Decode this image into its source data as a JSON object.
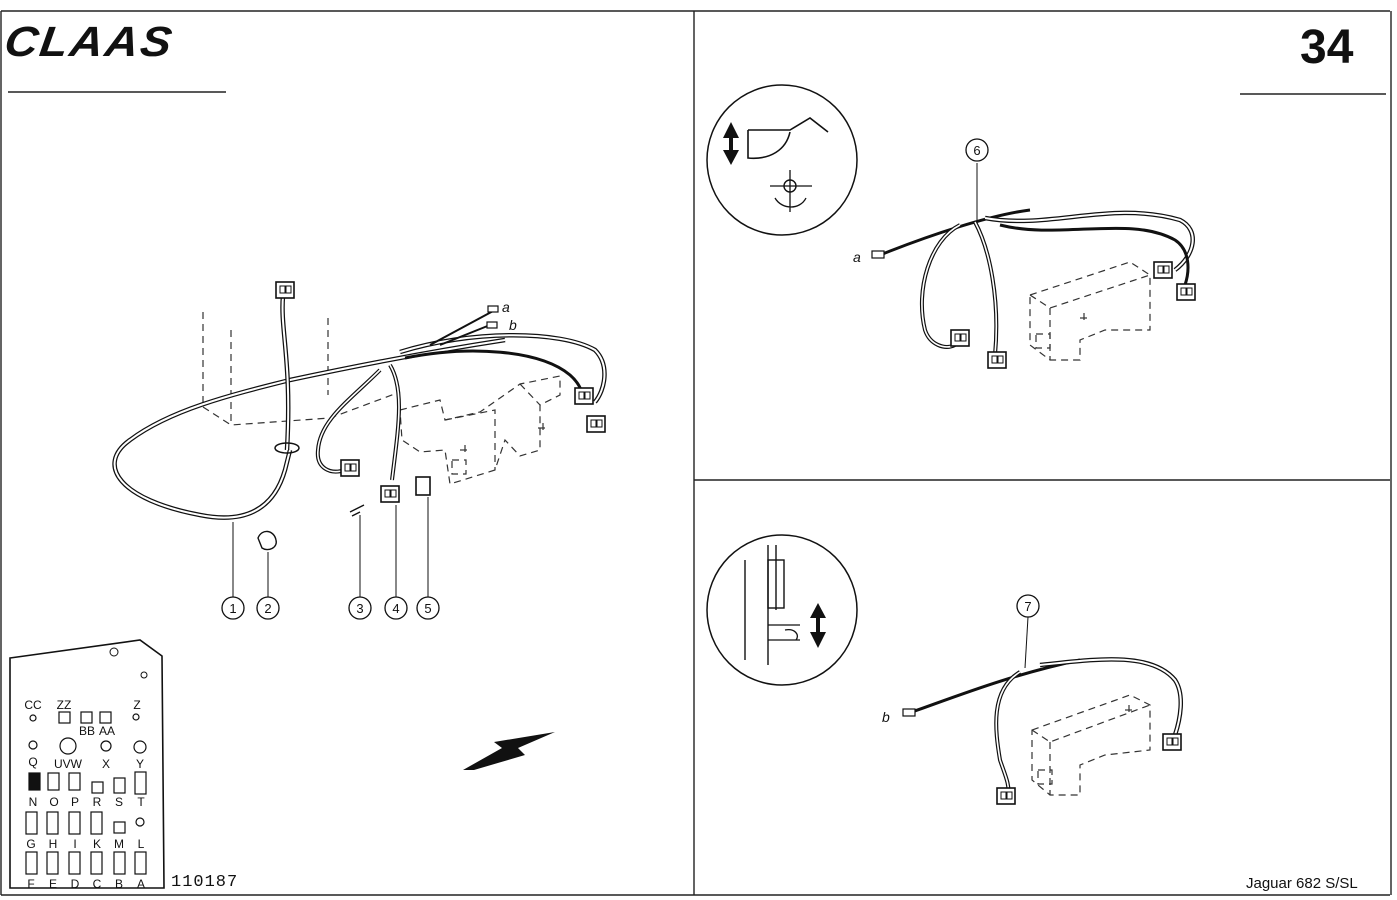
{
  "header": {
    "brand": "CLAAS",
    "page_number": "34"
  },
  "footer": {
    "drawing_number": "110187",
    "model": "Jaguar 682 S/SL"
  },
  "main_view": {
    "callouts": [
      "1",
      "2",
      "3",
      "4",
      "5"
    ],
    "connector_labels": [
      "a",
      "b"
    ]
  },
  "upper_right_view": {
    "callouts": [
      "6"
    ],
    "connector_labels": [
      "a"
    ]
  },
  "lower_right_view": {
    "callouts": [
      "7"
    ],
    "connector_labels": [
      "b"
    ]
  },
  "fuse_panel": {
    "rows": [
      [
        "CC",
        "ZZ",
        "BB",
        "AA",
        "Z"
      ],
      [
        "Q",
        "UVW",
        "X",
        "Y"
      ],
      [
        "N",
        "O",
        "P",
        "R",
        "S",
        "T"
      ],
      [
        "G",
        "H",
        "I",
        "K",
        "M",
        "L"
      ],
      [
        "F",
        "E",
        "D",
        "C",
        "B",
        "A"
      ]
    ]
  },
  "icons": [
    "brand-logo",
    "movement-arrow-icon",
    "direction-arrow-icon",
    "wiring-harness-icon",
    "connector-icon"
  ]
}
